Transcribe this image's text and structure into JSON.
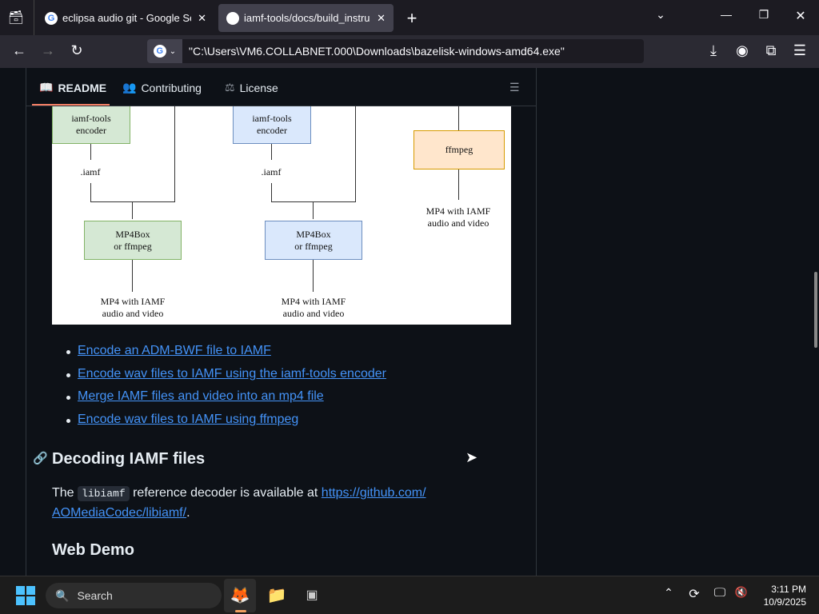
{
  "browser": {
    "tabs": [
      {
        "title": "eclipsa audio git - Google Search",
        "icon": "google-icon"
      },
      {
        "title": "iamf-tools/docs/build_instructions",
        "icon": "github-icon",
        "active": true
      }
    ],
    "url": "\"C:\\Users\\VM6.COLLABNET.000\\Downloads\\bazelisk-windows-amd64.exe\""
  },
  "readme_tabs": [
    "README",
    "Contributing",
    "License"
  ],
  "diagram": {
    "col1": {
      "encoder": "iamf-tools\nencoder",
      "file": ".iamf",
      "mux": "MP4Box\nor ffmpeg",
      "output": "MP4 with IAMF\naudio and video"
    },
    "col2": {
      "encoder": "iamf-tools\nencoder",
      "file": ".iamf",
      "mux": "MP4Box\nor ffmpeg",
      "output": "MP4 with IAMF\naudio and video"
    },
    "col3": {
      "tool": "ffmpeg",
      "output": "MP4 with IAMF\naudio and video"
    }
  },
  "links": [
    "Encode an ADM-BWF file to IAMF",
    "Encode wav files to IAMF using the iamf-tools encoder",
    "Merge IAMF files and video into an mp4 file",
    "Encode wav files to IAMF using ffmpeg"
  ],
  "decoding": {
    "heading": "Decoding IAMF files",
    "text1": "The",
    "code": "libiamf",
    "text2": "reference decoder is available at",
    "link": "https://github.com/AOMediaCodec/libiamf/",
    "link_a": "https://github.com/",
    "link_b": "AOMediaCodec/libiamf/",
    "end": "."
  },
  "web_demo": "Web Demo",
  "taskbar": {
    "search": "Search",
    "time": "3:11 PM",
    "date": "10/9/2025"
  }
}
